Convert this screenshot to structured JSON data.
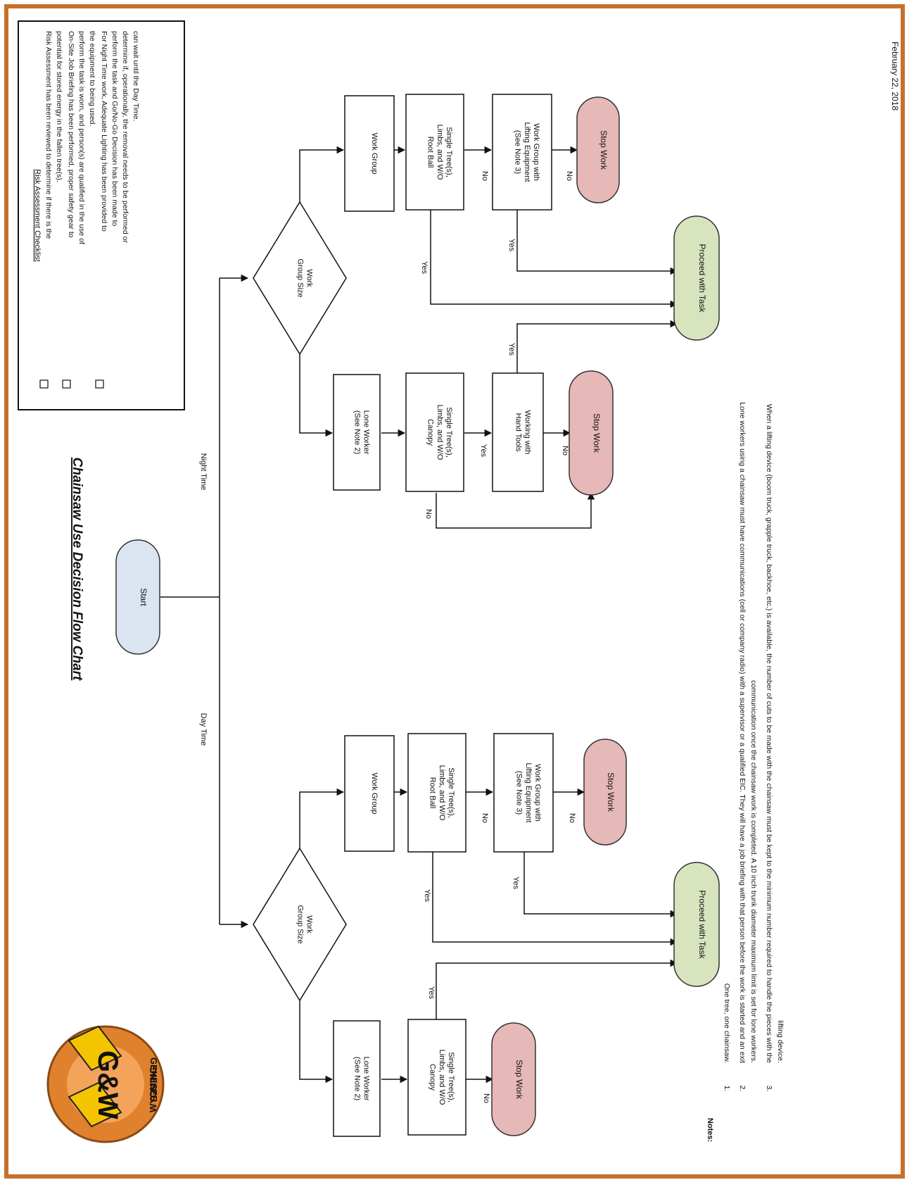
{
  "title": "Chainsaw Use Decision Flow Chart",
  "logo": {
    "ring_top": "GENESEE",
    "ring_bottom": "WYOMING",
    "mark": "G&W"
  },
  "checklist": {
    "heading": "Risk Assessment Checklist",
    "items": [
      [
        "Risk Assessment has been reviewed to determine if there is the",
        "potential for stored energy in the fallen tree(s)."
      ],
      [
        "On-Site Job Briefing has been performed, proper safety gear to",
        "perform the task is worn, and person(s) are qualified in the use of",
        "the equipment to being used."
      ],
      [
        "For Night Time work, Adequate Lighting has been provided to",
        "perform the task and Go/No-Go Decision has been made to",
        "determine if, operationally, the removal needs to be performed or",
        "can wait until the Day Time."
      ]
    ]
  },
  "nodes": {
    "start": "Start",
    "day_time": "Day Time",
    "night_time": "Night Time",
    "work_group_size": [
      "Work",
      "Group Size"
    ],
    "lone_worker": [
      "Lone Worker",
      "(See Note 2)"
    ],
    "work_group": "Work Group",
    "single_canopy": [
      "Single Tree(s),",
      "Limbs, and W/O",
      "Canopy"
    ],
    "single_rootball": [
      "Single Tree(s),",
      "Limbs, and W/O",
      "Root Ball"
    ],
    "lifting": [
      "Work Group with",
      "Lifting Equipment",
      "(See Note 3)"
    ],
    "hand_tools": [
      "Working with",
      "Hand Tools"
    ],
    "stop_work": "Stop Work",
    "proceed": "Proceed with Task",
    "yes": "Yes",
    "no": "No"
  },
  "notes": {
    "heading": "Notes:",
    "items": [
      {
        "num": "1.",
        "lines": [
          "One tree, one chainsaw."
        ]
      },
      {
        "num": "2.",
        "lines": [
          "Lone workers using a chainsaw must have communications (cell or company radio) with a supervisor or a qualified EIC. They will have a job briefing with that person before the work is started and an exit",
          "communication once the chainsaw work is completed. A 10 inch trunk diameter maximum limit is set for lone workers."
        ]
      },
      {
        "num": "3.",
        "lines": [
          "When a lifting device (boom truck, grapple truck, backhoe, etc.) is available, the number of cuts to be made with the chainsaw must be kept to the minimum number required to handle the pieces with the",
          "lifting device."
        ]
      }
    ]
  },
  "date": "February 22, 2018",
  "colors": {
    "border": "#c8702a",
    "start_fill": "#dbe5f1",
    "stop_fill": "#e6b8b7",
    "proceed_fill": "#d7e4bd",
    "logo_yellow": "#f5c400",
    "logo_orange": "#e0812e"
  }
}
